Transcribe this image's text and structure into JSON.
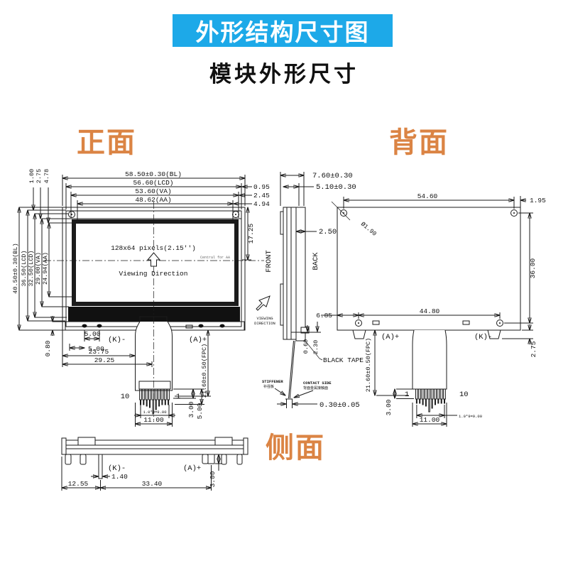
{
  "colors": {
    "banner_bg": "#1da9e8",
    "accent_orange": "#db8444",
    "line": "#1b1b1b"
  },
  "header": {
    "banner_title": "外形结构尺寸图",
    "subtitle": "模块外形尺寸"
  },
  "section_labels": {
    "front": "正面",
    "back": "背面",
    "side": "侧面"
  },
  "front_view": {
    "width_dims": [
      "58.50±0.30(BL)",
      "56.60(LCD)",
      "53.60(VA)",
      "48.62(AA)"
    ],
    "right_offsets": [
      "0.95",
      "2.45",
      "4.94"
    ],
    "height_dims": [
      "40.50±0.30(BL)",
      "36.50(LCD)",
      "32.50(LCD)",
      "29.00(VA)",
      "24.94(AA)"
    ],
    "top_offsets": [
      "1.00",
      "2.75",
      "4.78"
    ],
    "aa_center": "17.25",
    "screen_text": "128x64 pixels(2.15'')",
    "viewing_direction": "Viewing Direction",
    "central_for_aa": "Central for AA",
    "edge_offset": "0.80",
    "pin_gap1": "5.00",
    "pin_gap2": "5.00",
    "cathode": "(K)-",
    "anode": "(A)+",
    "fpc_left": "23.75",
    "fpc_center": "29.25",
    "pin10": "10",
    "pin1": "1",
    "pin_pitch": "1.0*9=9.00",
    "fpc_width": "11.00",
    "contact_len": "3.00",
    "stiffener_len": "5.00",
    "fpc_len": "21.60±0.50(FPC)"
  },
  "side_view": {
    "total_thickness": "7.60±0.30",
    "lcd_thickness": "5.10±0.30",
    "bl_thickness": "2.50",
    "front": "FRONT",
    "back": "BACK",
    "viewing_line1": "VIEWING",
    "viewing_line2": "DIRECTION",
    "tape_offset": "0.60",
    "tape_width": "2.30",
    "black_tape": "BLACK TAPE",
    "stiffener": "STIFFENER",
    "stiffener_cn": "补强板",
    "contact_side": "CONTACT SIDE",
    "contact_side_cn": "背面金属接触面",
    "fpc_thickness": "0.30±0.05"
  },
  "back_view": {
    "hole_span_x": "54.60",
    "hole_edge": "1.95",
    "hole_dia": "Ø1.90",
    "hole_span_y": "36.00",
    "hole_left": "6.85",
    "hole_span_bottom": "44.80",
    "anode": "(A)+",
    "cathode": "(K)-",
    "tab_height": "2.75",
    "fpc_len": "21.60±0.50(FPC)",
    "pin1": "1",
    "pin10": "10",
    "contact_len": "3.00",
    "pin_pitch": "1.0*9=9.00",
    "fpc_width": "11.00"
  },
  "bottom_view": {
    "cathode": "(K)-",
    "anode": "(A)+",
    "pin_width": "1.40",
    "left_span": "12.55",
    "pin_span": "33.40",
    "pin_height": "3.00"
  }
}
